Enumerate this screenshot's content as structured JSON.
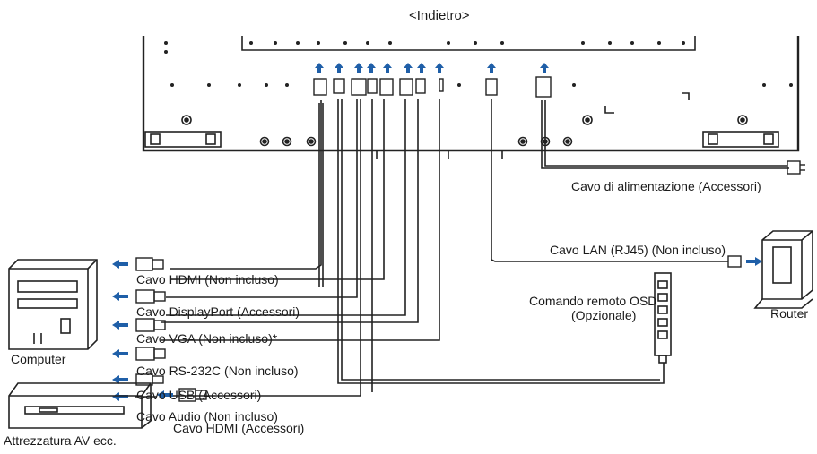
{
  "title": "<Indietro>",
  "cables_left": [
    "Cavo HDMI (Non incluso)",
    "Cavo DisplayPort (Accessori)",
    "Cavo VGA (Non incluso)*",
    "Cavo RS-232C (Non incluso)",
    "Cavo USB (Accessori)",
    "Cavo Audio (Non incluso)"
  ],
  "cable_hdmi_av": "Cavo HDMI (Accessori)",
  "power_cable": "Cavo di alimentazione (Accessori)",
  "lan_cable": "Cavo LAN (RJ45) (Non incluso)",
  "osd_remote": [
    "Comando remoto OSD",
    "(Opzionale)"
  ],
  "devices": {
    "computer": "Computer",
    "av_equipment": "Attrezzatura AV ecc.",
    "router": "Router"
  },
  "colors": {
    "arrow": "#1f5fa8",
    "line": "#222222",
    "panel_fill": "#ffffff"
  },
  "icons": [
    "hdmi-plug-icon",
    "displayport-plug-icon",
    "vga-plug-icon",
    "rs232c-plug-icon",
    "usb-plug-icon",
    "audio-jack-icon",
    "rj45-plug-icon",
    "power-plug-icon"
  ]
}
